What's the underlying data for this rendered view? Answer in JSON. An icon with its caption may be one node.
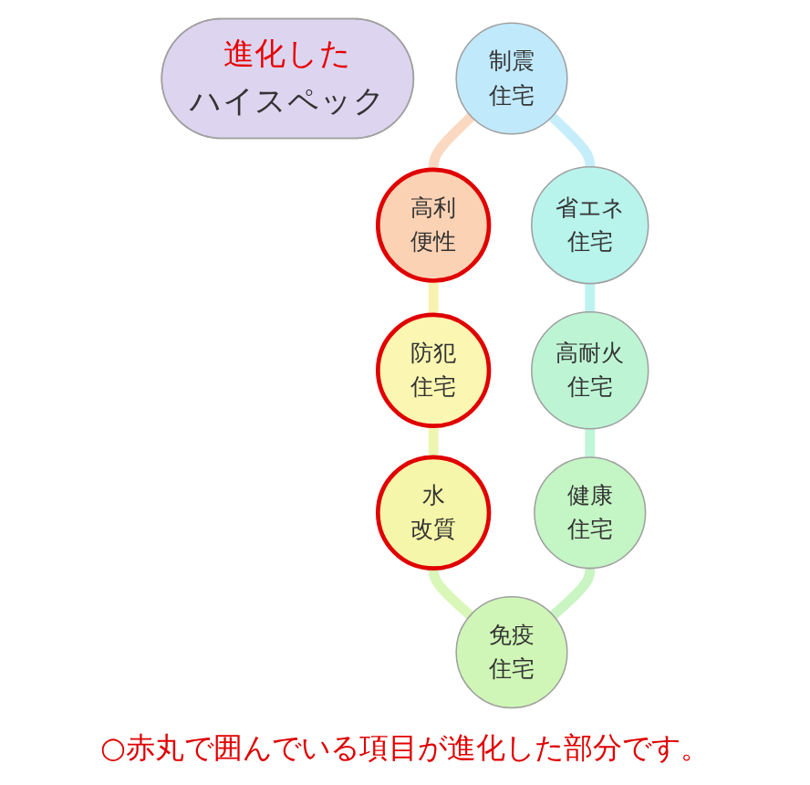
{
  "diagram": {
    "caption": "○赤丸で囲んでいる項目が進化した部分です。",
    "nodes": [
      {
        "text": [
          "進化した",
          "ハイスペック"
        ]
      },
      {
        "text": [
          "制震住宅"
        ]
      },
      {
        "text": [
          "省エネ住宅"
        ]
      },
      {
        "text": [
          "高耐火住宅"
        ]
      },
      {
        "text": [
          "健康住宅"
        ]
      },
      {
        "text": [
          "免疫住宅"
        ]
      },
      {
        "text": [
          "水改質"
        ]
      },
      {
        "text": [
          "防犯住宅"
        ]
      },
      {
        "text": [
          "高利便性"
        ]
      }
    ],
    "edges": [
      {
        "from": 1,
        "to": 8,
        "arrow": "none",
        "color": "#fbd8c0"
      },
      {
        "from": 1,
        "to": 2,
        "arrow": "none",
        "color": "#c6eefa"
      },
      {
        "from": 8,
        "to": 7,
        "arrow": "none",
        "color": "#f8f2b0"
      },
      {
        "from": 2,
        "to": 3,
        "arrow": "none",
        "color": "#bdf3ef"
      },
      {
        "from": 7,
        "to": 6,
        "arrow": "none",
        "color": "#eef5b0"
      },
      {
        "from": 3,
        "to": 4,
        "arrow": "none",
        "color": "#bff5d8"
      },
      {
        "from": 6,
        "to": 5,
        "arrow": "none",
        "color": "#d8f7b8"
      },
      {
        "from": 4,
        "to": 5,
        "arrow": "none",
        "color": "#c8f5c2"
      }
    ]
  }
}
